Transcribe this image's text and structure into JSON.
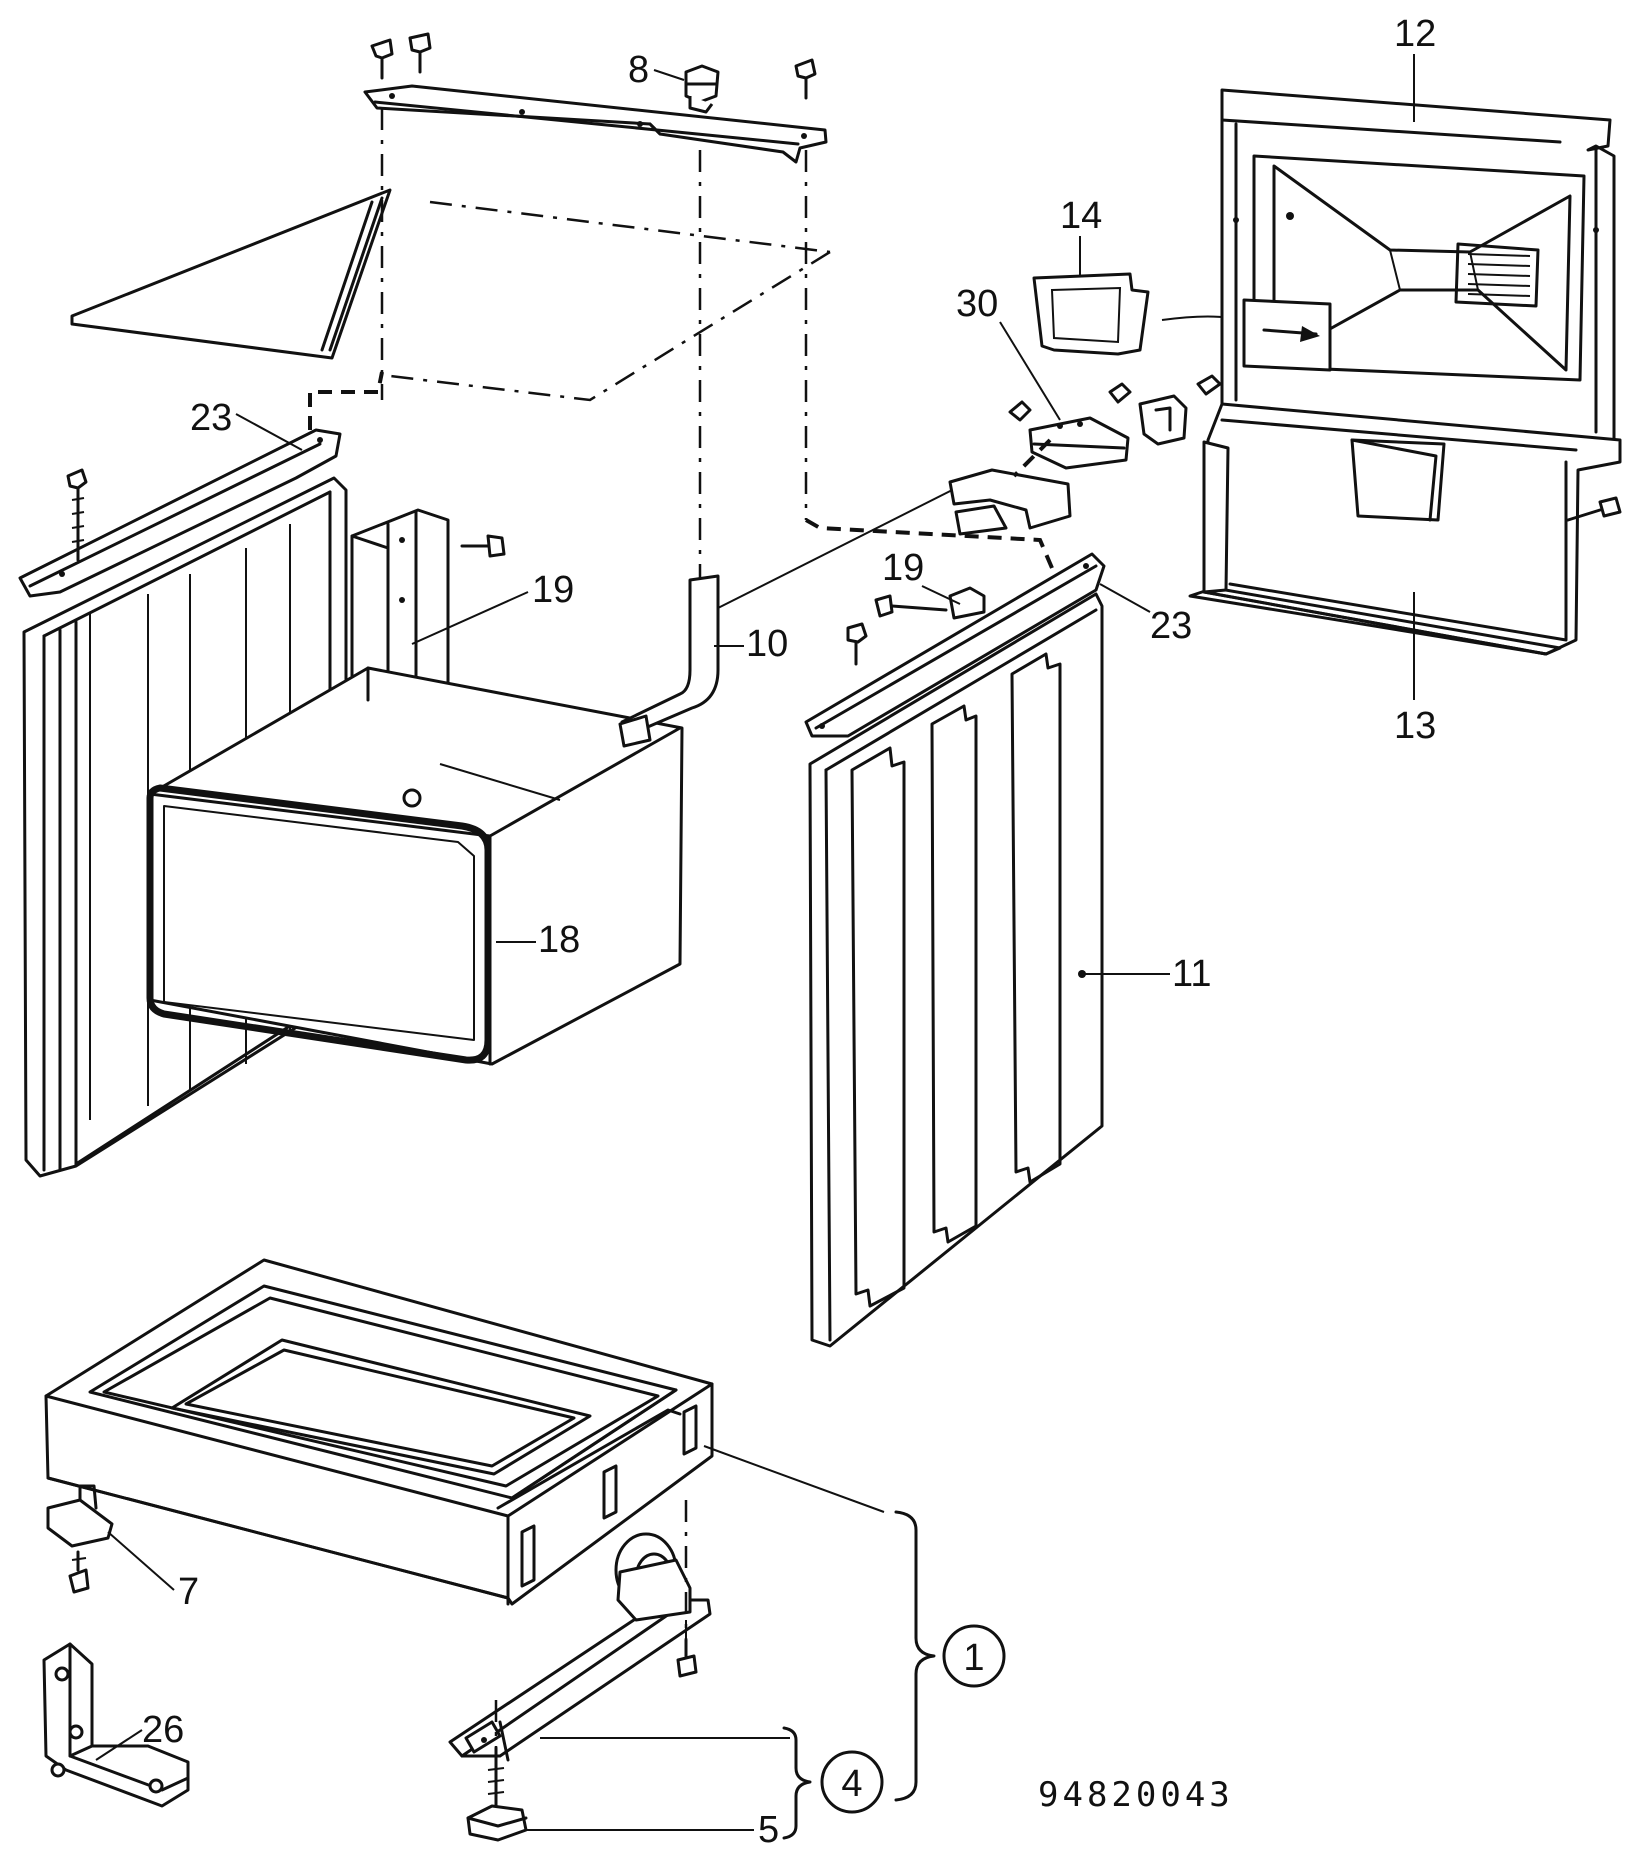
{
  "diagram": {
    "callouts": [
      {
        "id": "c8",
        "text": "8"
      },
      {
        "id": "c12",
        "text": "12"
      },
      {
        "id": "c14",
        "text": "14"
      },
      {
        "id": "c30",
        "text": "30"
      },
      {
        "id": "c23a",
        "text": "23"
      },
      {
        "id": "c19a",
        "text": "19"
      },
      {
        "id": "c10",
        "text": "10"
      },
      {
        "id": "c19b",
        "text": "19"
      },
      {
        "id": "c23b",
        "text": "23"
      },
      {
        "id": "c13",
        "text": "13"
      },
      {
        "id": "c18",
        "text": "18"
      },
      {
        "id": "c11",
        "text": "11"
      },
      {
        "id": "c7",
        "text": "7"
      },
      {
        "id": "c26",
        "text": "26"
      },
      {
        "id": "c5",
        "text": "5"
      }
    ],
    "circled": [
      {
        "id": "k1",
        "text": "1"
      },
      {
        "id": "k4",
        "text": "4"
      }
    ],
    "drawing_code": "94820043"
  }
}
